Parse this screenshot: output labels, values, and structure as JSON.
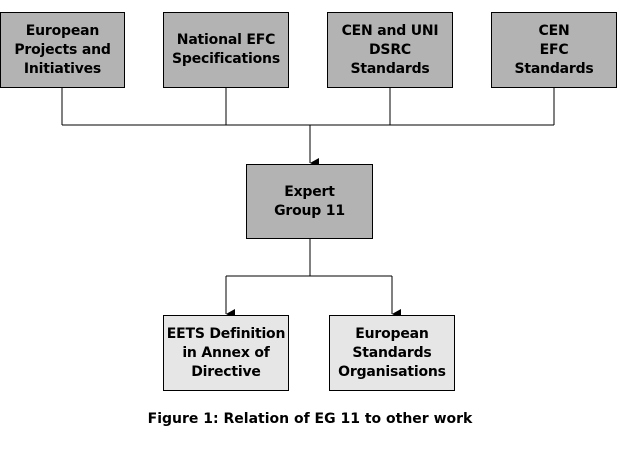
{
  "diagram": {
    "top_boxes": [
      {
        "label": "European\nProjects and\nInitiatives"
      },
      {
        "label": "National EFC\nSpecifications"
      },
      {
        "label": "CEN and UNI\nDSRC\nStandards"
      },
      {
        "label": "CEN\nEFC\nStandards"
      }
    ],
    "center_box": {
      "label": "Expert\nGroup 11"
    },
    "bottom_boxes": [
      {
        "label": "EETS Definition\nin Annex of\nDirective"
      },
      {
        "label": "European\nStandards\nOrganisations"
      }
    ],
    "caption": "Figure 1: Relation of EG 11 to other work",
    "colors": {
      "dark_box": "#b3b3b3",
      "light_box": "#e6e6e6",
      "line": "#000000"
    }
  }
}
